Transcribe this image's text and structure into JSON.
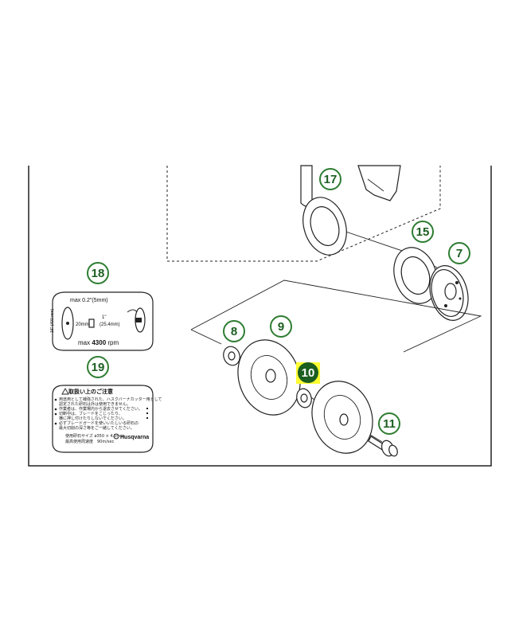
{
  "callouts": {
    "c17": "17",
    "c15": "15",
    "c7": "7",
    "c18": "18",
    "c8": "8",
    "c9": "9",
    "c10": "10",
    "c19": "19",
    "c11": "11"
  },
  "colors": {
    "callout_ring": "#2e7d32",
    "callout_text": "#1b5e20",
    "highlight": "#ffff33"
  },
  "label18": {
    "max_depth": "max 0.2\"(5mm)",
    "dia": "16\" (400 mm)",
    "arbor_mm": "20mm",
    "arbor_in": "1\"",
    "arbor_in_mm": "(25.4mm)",
    "rpm_prefix": "max ",
    "rpm_value": "4300",
    "rpm_unit": " rpm"
  },
  "label19": {
    "title": "取扱い上のご注意",
    "lines": [
      "用途用として補強された、ハスクバーナカッター用として",
      "認定された研石は外は使用できません。",
      "作業者は、作業場内から退去させてください。",
      "切断中は、ブレードをこじったり、",
      "横に押し付けたりしないでください。",
      "必ずブレードガードを使いいたしいる研石の",
      "最大切削の深さ等をご一緒してください。"
    ],
    "spec_size": "使用研石サイズ ø350 × 4.5mm",
    "spec_speed": "最高使用周速度　90m/sec",
    "brand": "Husqvarna"
  }
}
